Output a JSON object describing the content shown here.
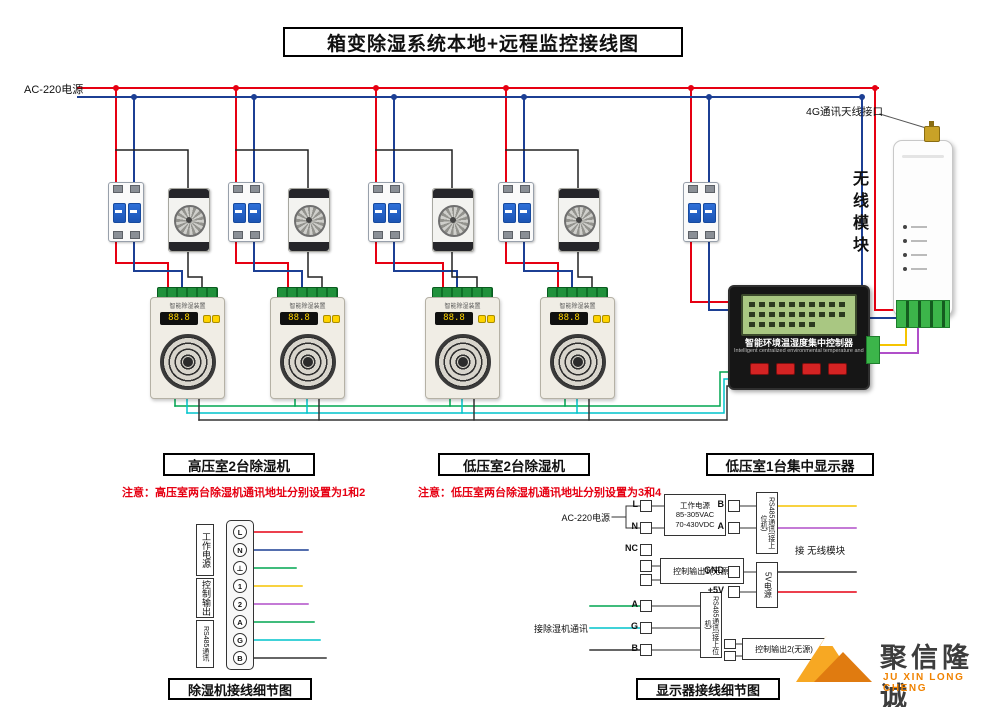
{
  "title": "箱变除湿系统本地+远程监控接线图",
  "power": {
    "label": "AC-220电源"
  },
  "wireless": {
    "label": "无线模块",
    "antenna_label": "4G通讯天线接口"
  },
  "controller": {
    "name": "智能环境温湿度集中控制器",
    "subtitle": "Intelligent centralized environmental temperature and humidity controller"
  },
  "dehumidifier": {
    "label": "智能除湿装置",
    "display_value": "88.8"
  },
  "sections": {
    "high": "高压室2台除湿机",
    "low": "低压室2台除湿机",
    "display": "低压室1台集中显示器",
    "note_high": "注意：高压室两台除湿机通讯地址分别设置为1和2",
    "note_low": "注意：低压室两台除湿机通讯地址分别设置为3和4"
  },
  "detail_dehu": {
    "caption": "除湿机接线细节图",
    "groups": [
      "工作电源",
      "控制输出",
      "RS485通讯"
    ],
    "terminals": [
      "L",
      "N",
      "⊥",
      "1",
      "2",
      "A",
      "G",
      "B"
    ]
  },
  "detail_display": {
    "caption": "显示器接线细节图",
    "ac_label": "AC-220电源",
    "power_line1": "工作电源",
    "power_line2": "85-305VAC",
    "power_line3": "70-430VDC",
    "terminals": [
      "L",
      "N",
      "NC",
      "A",
      "G",
      "B"
    ],
    "output1": "控制输出1(无源)",
    "output2": "控制输出2(无源)",
    "dehu_comm_label": "接除湿机通讯",
    "rs485_label": "RS485通讯(接上位机)",
    "power5v_label": "5V电源",
    "module_link_label": "接 无线模块",
    "right_terminals": [
      "B",
      "A",
      "GND",
      "+5V"
    ]
  },
  "logo": {
    "cn": "聚信隆诚",
    "en": "JU XIN LONG CHENG"
  },
  "colors": {
    "red": "#e60012",
    "blue": "#1c3f94",
    "green": "#00a651",
    "cyan": "#00c4cc",
    "yellow": "#f5c400",
    "purple": "#b04fc9",
    "orange": "#f08200"
  }
}
